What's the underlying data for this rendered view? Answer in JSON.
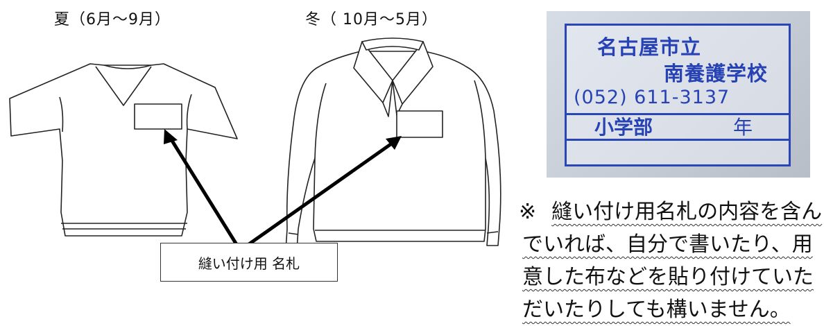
{
  "summer": {
    "title": "夏（6月〜9月）"
  },
  "winter": {
    "title": "冬（ 10月〜5月）"
  },
  "callout": {
    "label": "縫い付け用 名札"
  },
  "nametag_photo": {
    "line1": "名古屋市立",
    "line2": "南養護学校",
    "phone": "(052) 611-3137",
    "dept": "小学部",
    "grade": "年",
    "ink_color": "#2a45b5"
  },
  "note": {
    "mark": "※",
    "lines": [
      "縫い付け用名札の内容を含ん",
      "でいれば、自分で書いたり、用",
      "意した布などを貼り付けていた",
      "だいたりしても構いません。"
    ]
  }
}
